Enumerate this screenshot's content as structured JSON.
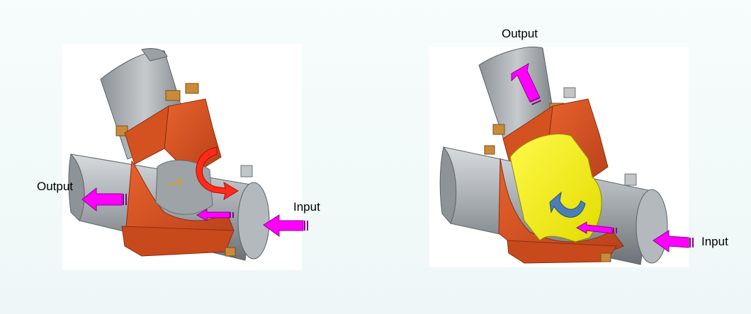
{
  "left_figure": {
    "output_label": "Output",
    "input_label": "Input"
  },
  "right_figure": {
    "output_label": "Output",
    "input_label": "Input"
  },
  "colors": {
    "body": "#d9501f",
    "body_shadow": "#a33812",
    "pipe": "#a9aeb3",
    "pipe_dark": "#6f7479",
    "arrow": "#ff00ff",
    "flap": "#f5f000",
    "rotation_left": "#ff2a1a",
    "rotation_right": "#4a7fb5",
    "bolt": "#c98a3a"
  },
  "icons": {
    "left_rotation": "rotation-arrow-icon",
    "right_rotation": "rotation-arrow-icon",
    "flow": "flow-arrow-icon"
  }
}
